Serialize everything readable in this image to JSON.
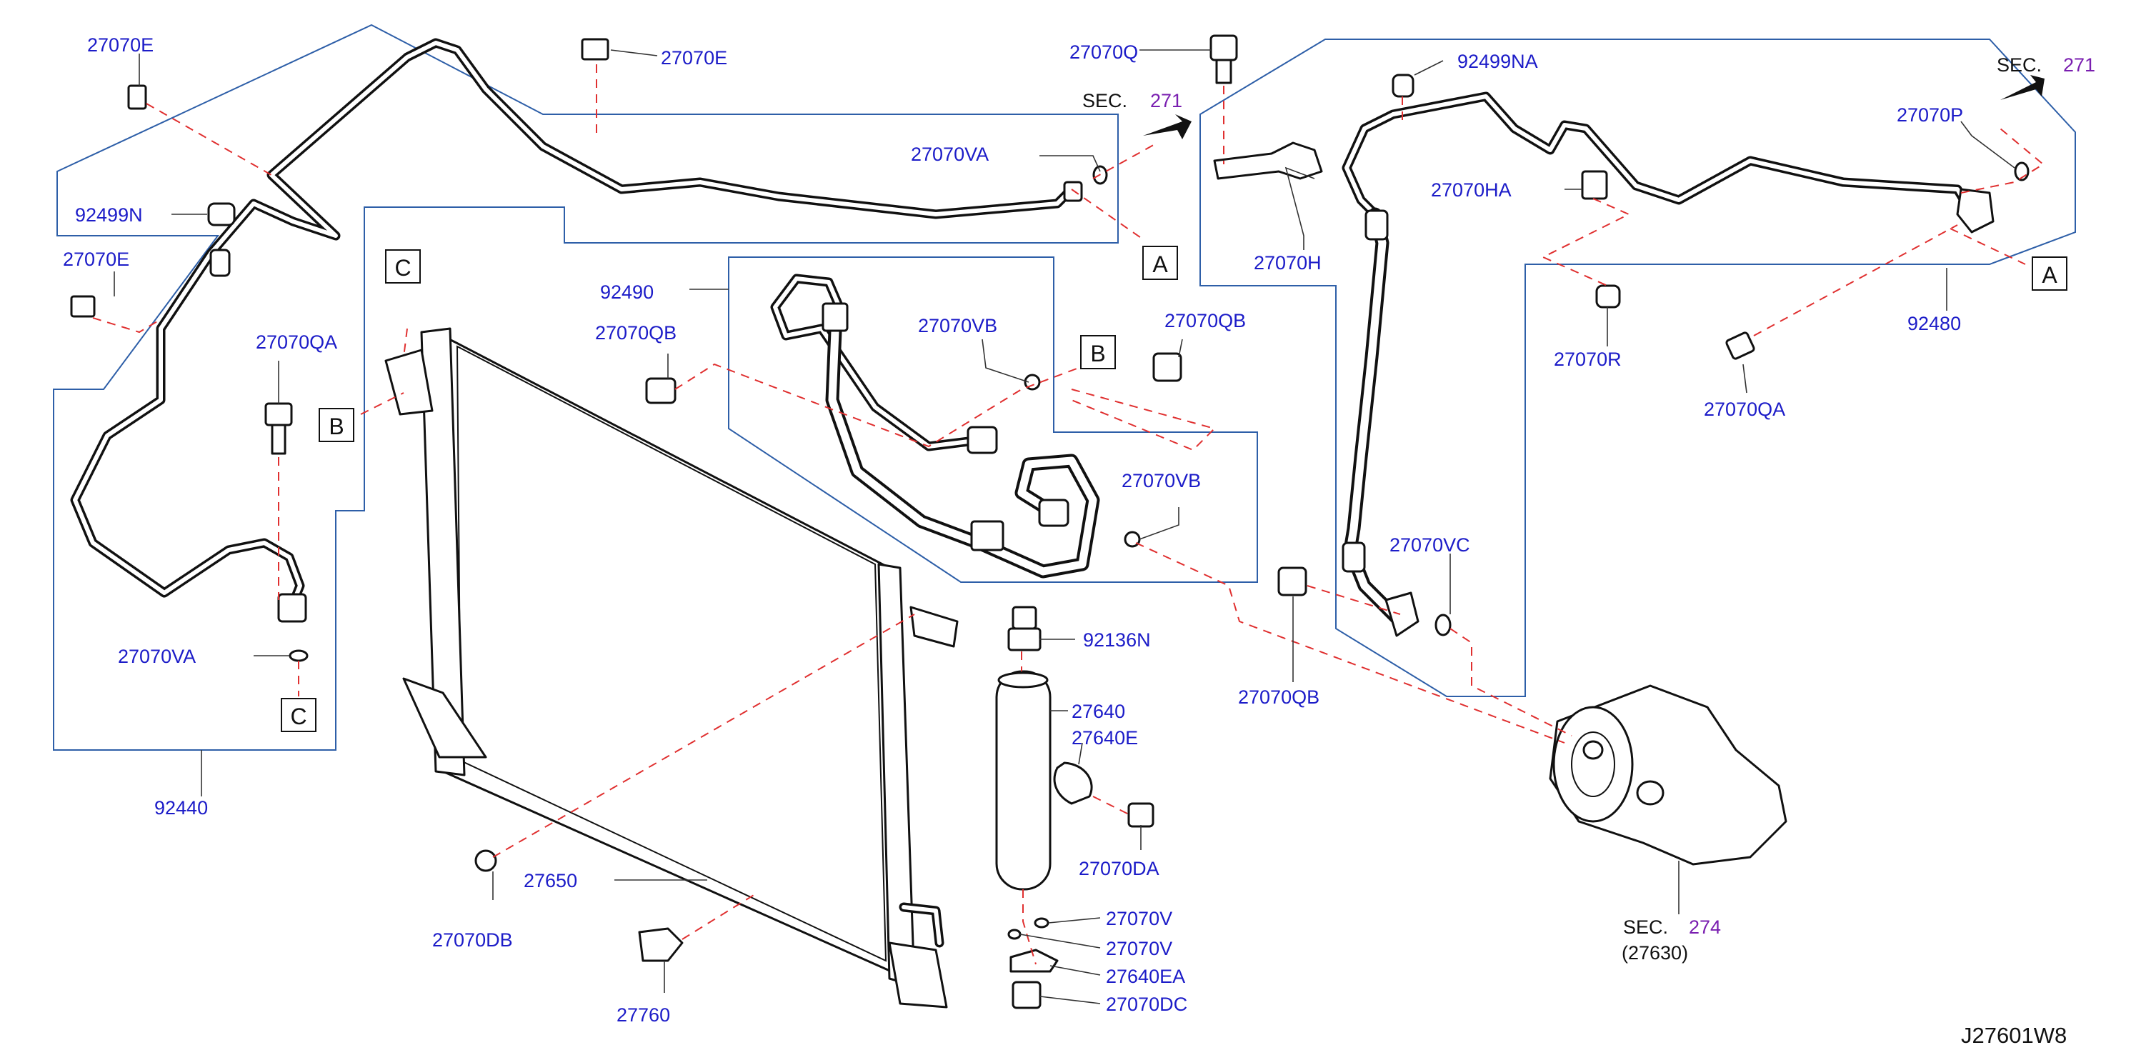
{
  "diagram": {
    "code": "J27601W8",
    "section_prefix": "SEC.",
    "sections": {
      "rear_left": "271",
      "rear_right": "271",
      "compressor": "274"
    },
    "compressor_ref": "(27630)",
    "connection_markers": {
      "a": "A",
      "b": "B",
      "c": "C"
    },
    "parts": {
      "clip_27070e": "27070E",
      "grommet_92499n": "92499N",
      "pipe_92440": "92440",
      "bolt_27070qa": "27070QA",
      "oring_27070va": "27070VA",
      "hose_92490": "92490",
      "bolt_27070qb": "27070QB",
      "oring_27070vb": "27070VB",
      "condenser_27650": "27650",
      "screw_27070db": "27070DB",
      "bracket_27760": "27760",
      "switch_92136n": "92136N",
      "tank_27640": "27640",
      "clamp_27640e": "27640E",
      "bolt_27070da": "27070DA",
      "oring_27070v": "27070V",
      "bracket_27640ea": "27640EA",
      "bolt_27070dc": "27070DC",
      "bolt_27070q": "27070Q",
      "grommet_92499na": "92499NA",
      "bracket_27070h": "27070H",
      "bracket_27070ha": "27070HA",
      "nut_27070r": "27070R",
      "oring_27070vc": "27070VC",
      "oring_27070p": "27070P",
      "pipe_92480": "92480"
    }
  }
}
